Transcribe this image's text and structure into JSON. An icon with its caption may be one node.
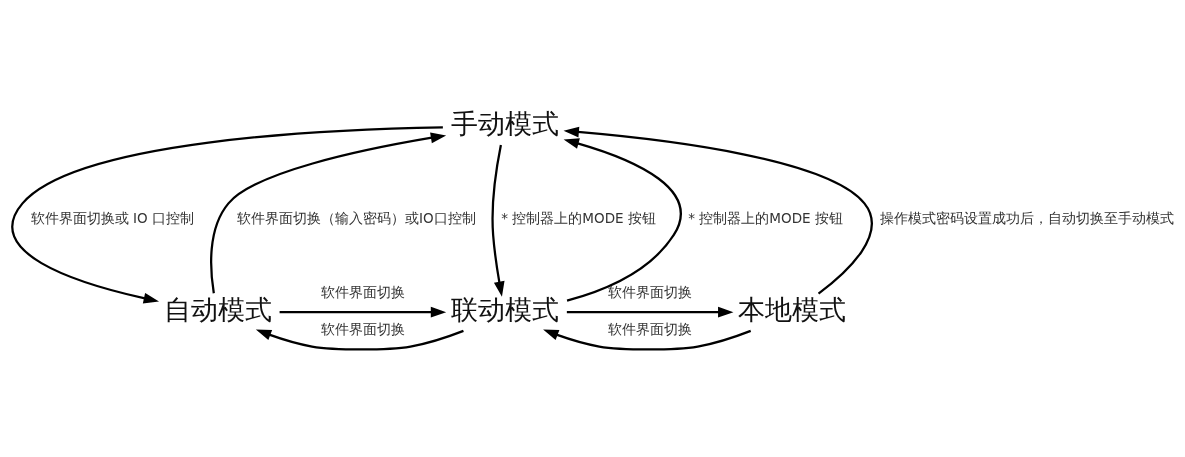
{
  "diagram": {
    "nodes": [
      {
        "text": [
          "手动模式"
        ]
      },
      {
        "text": [
          "自动模式"
        ]
      },
      {
        "text": [
          "联动模式"
        ]
      },
      {
        "text": [
          "本地模式"
        ]
      }
    ],
    "edges": [
      {
        "from": 1,
        "to": 0,
        "arrow": "to",
        "label": "软件界面切换（输入密码）或IO口控制"
      },
      {
        "from": 0,
        "to": 1,
        "arrow": "to",
        "label": "软件界面切换或 IO 口控制"
      },
      {
        "from": 0,
        "to": 2,
        "arrow": "to",
        "label": "* 控制器上的MODE 按钮"
      },
      {
        "from": 2,
        "to": 0,
        "arrow": "to",
        "label": "* 控制器上的MODE 按钮"
      },
      {
        "from": 3,
        "to": 0,
        "arrow": "to",
        "label": "操作模式密码设置成功后，自动切换至手动模式"
      },
      {
        "from": 1,
        "to": 2,
        "arrow": "to",
        "label": "软件界面切换"
      },
      {
        "from": 2,
        "to": 1,
        "arrow": "to",
        "label": "软件界面切换"
      },
      {
        "from": 2,
        "to": 3,
        "arrow": "to",
        "label": "软件界面切换"
      },
      {
        "from": 3,
        "to": 2,
        "arrow": "to",
        "label": "软件界面切换"
      }
    ]
  }
}
